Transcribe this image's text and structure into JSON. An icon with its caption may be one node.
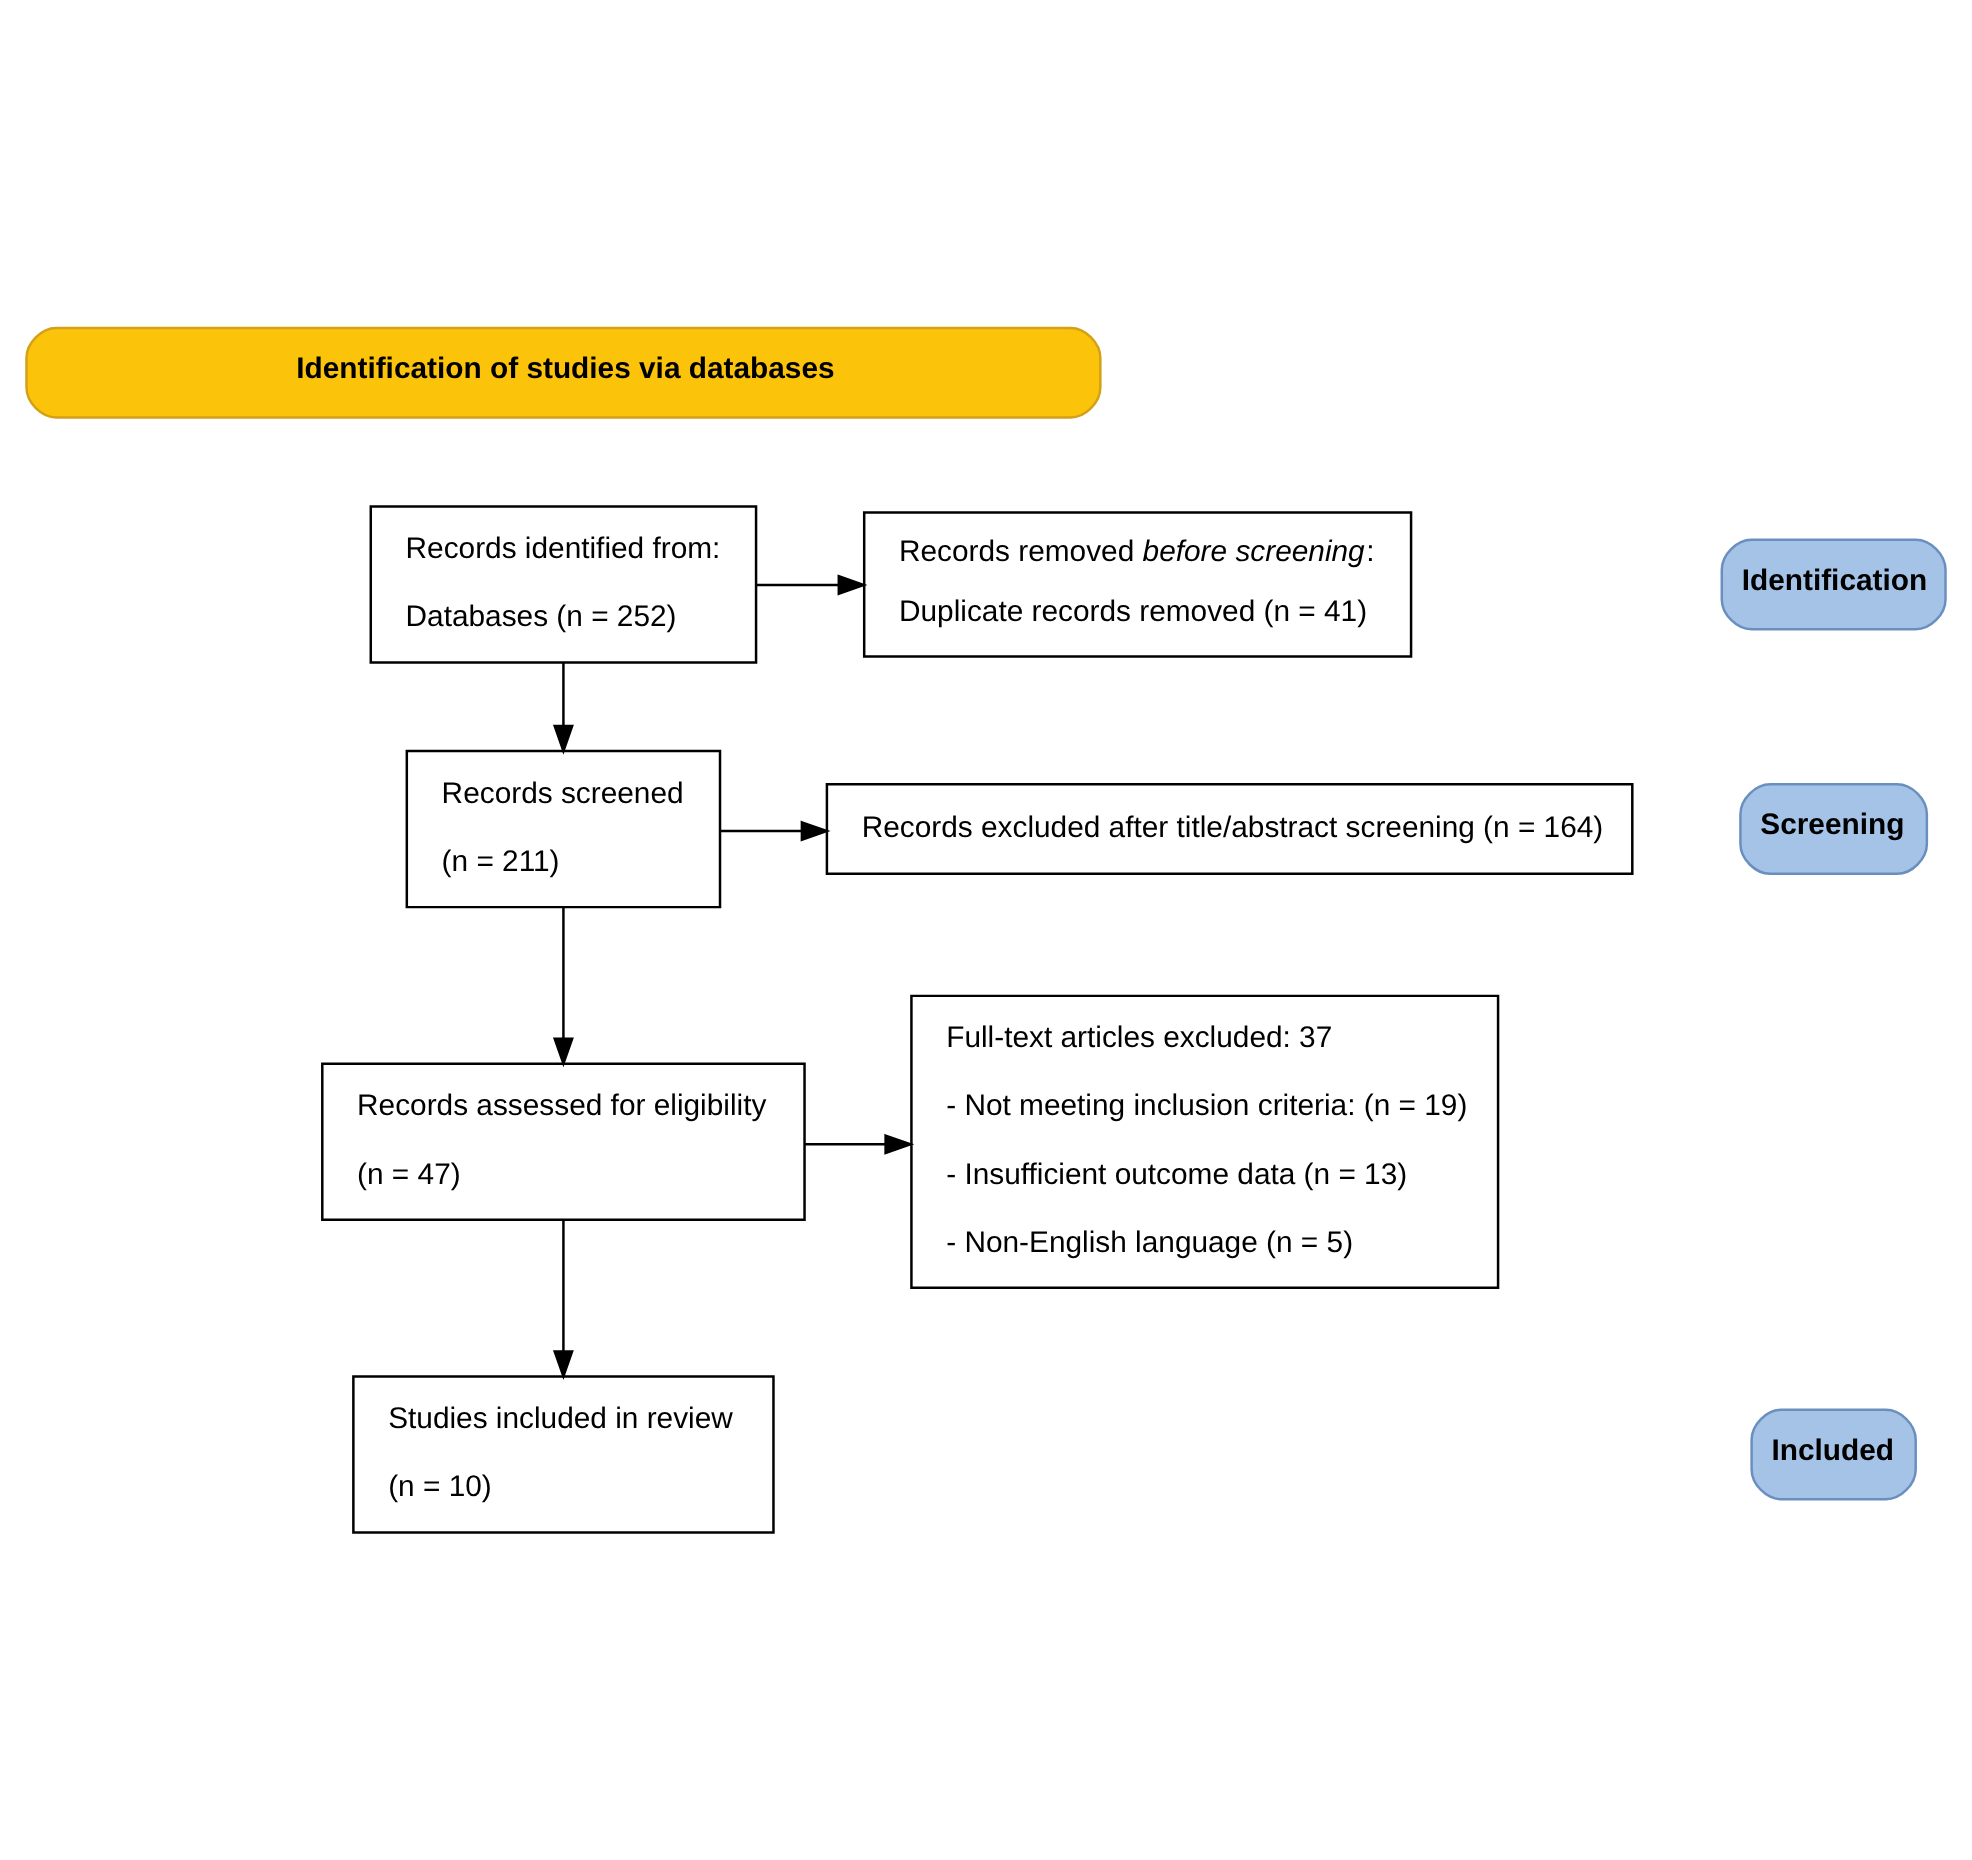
{
  "diagram": {
    "nodes": [
      {
        "text": [
          "Identification of studies via databases"
        ]
      },
      {
        "text": [
          "Identification"
        ]
      },
      {
        "text": [
          "Records identified from:",
          "Databases (n = 252)"
        ]
      },
      {
        "text": [
          "Records removed *before screening*:",
          "Duplicate records removed (n = 41)"
        ]
      },
      {
        "text": [
          "Screening"
        ]
      },
      {
        "text": [
          "Records screened",
          "(n = 211)"
        ]
      },
      {
        "text": [
          "Records excluded after title/abstract screening (n = 164)"
        ]
      },
      {
        "text": [
          "Records assessed for eligibility",
          "(n = 47)"
        ]
      },
      {
        "text": [
          "Full-text articles excluded: 37",
          "- Not meeting inclusion criteria: (n = 19)",
          "- Insufficient outcome data (n = 13)",
          "- Non-English language (n = 5)"
        ]
      },
      {
        "text": [
          "Included"
        ]
      },
      {
        "text": [
          "Studies included in review",
          "(n = 10)"
        ]
      }
    ],
    "edges": [
      {
        "from": 2,
        "to": 3,
        "arrow": "to"
      },
      {
        "from": 2,
        "to": 5,
        "arrow": "to"
      },
      {
        "from": 5,
        "to": 6,
        "arrow": "to"
      },
      {
        "from": 5,
        "to": 7,
        "arrow": "to"
      },
      {
        "from": 7,
        "to": 8,
        "arrow": "to"
      },
      {
        "from": 7,
        "to": 10,
        "arrow": "to"
      }
    ]
  }
}
